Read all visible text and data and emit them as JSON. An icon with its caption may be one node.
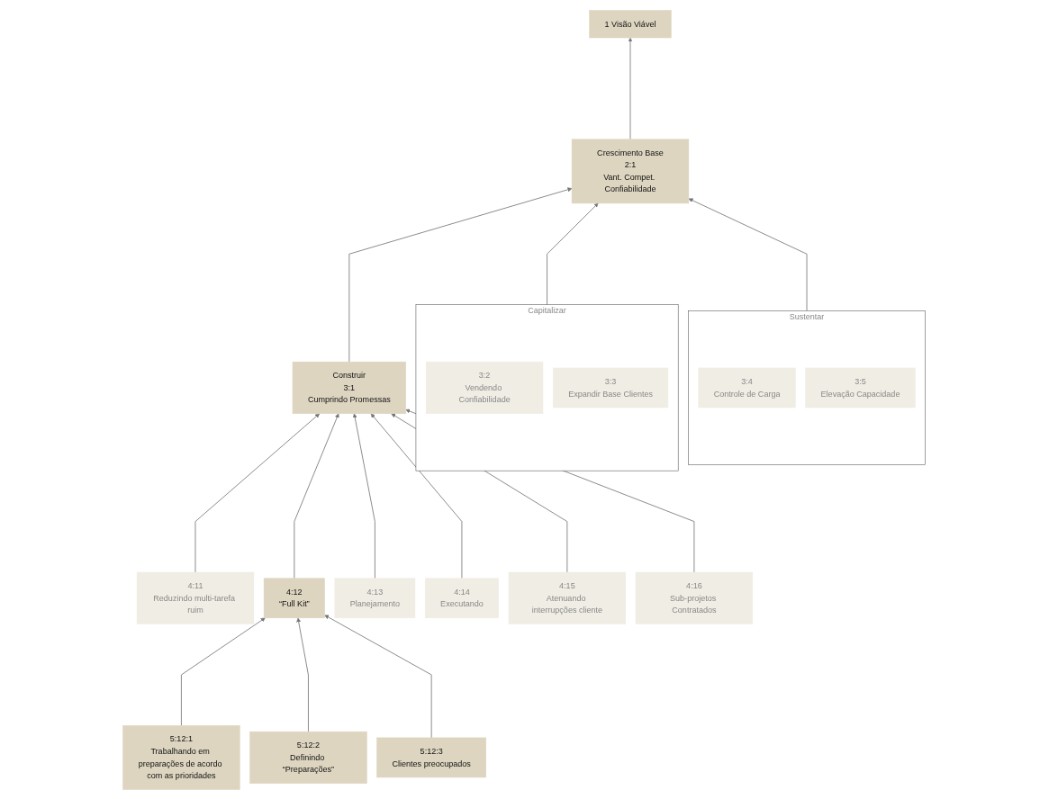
{
  "diagram": {
    "nodes": [
      {
        "text": [
          "1 Visão Viável"
        ]
      },
      {
        "text": [
          "Crescimento Base",
          "2:1",
          "Vant. Compet. Confiabilidade"
        ]
      },
      {
        "text": [
          "Construir",
          "3:1",
          "Cumprindo Promessas"
        ]
      },
      {
        "text": [
          "Capitalizar"
        ]
      },
      {
        "text": [
          "3:2",
          "Vendendo Confiabilidade"
        ],
        "in": 3
      },
      {
        "text": [
          "3:3",
          "Expandir Base Clientes"
        ],
        "in": 3
      },
      {
        "text": [
          "Sustentar"
        ]
      },
      {
        "text": [
          "3:4",
          "Controle de Carga"
        ],
        "in": 6
      },
      {
        "text": [
          "3:5",
          "Elevação Capacidade"
        ],
        "in": 6
      },
      {
        "text": [
          "4:11",
          "Reduzindo multi-tarefa ruim"
        ]
      },
      {
        "text": [
          "4:12",
          "“Full Kit”"
        ]
      },
      {
        "text": [
          "4:13",
          "Planejamento"
        ]
      },
      {
        "text": [
          "4:14",
          "Executando"
        ]
      },
      {
        "text": [
          "4:15",
          "Atenuando interrupções cliente"
        ]
      },
      {
        "text": [
          "4:16",
          "Sub-projetos Contratados"
        ]
      },
      {
        "text": [
          "5:12:1",
          "Trabalhando em preparações de acordo com as prioridades"
        ]
      },
      {
        "text": [
          "5:12:2",
          "Definindo “Preparações”"
        ]
      },
      {
        "text": [
          "5:12:3",
          "Clientes preocupados"
        ]
      }
    ],
    "edges": [
      {
        "from": 1,
        "to": 0,
        "arrow": "to"
      },
      {
        "from": 2,
        "to": 1,
        "arrow": "to"
      },
      {
        "from": 3,
        "to": 1,
        "arrow": "to"
      },
      {
        "from": 6,
        "to": 1,
        "arrow": "to"
      },
      {
        "from": 9,
        "to": 2,
        "arrow": "to"
      },
      {
        "from": 10,
        "to": 2,
        "arrow": "to"
      },
      {
        "from": 11,
        "to": 2,
        "arrow": "to"
      },
      {
        "from": 12,
        "to": 2,
        "arrow": "to"
      },
      {
        "from": 13,
        "to": 2,
        "arrow": "to"
      },
      {
        "from": 14,
        "to": 2,
        "arrow": "to"
      },
      {
        "from": 15,
        "to": 10,
        "arrow": "to"
      },
      {
        "from": 16,
        "to": 10,
        "arrow": "to"
      },
      {
        "from": 17,
        "to": 10,
        "arrow": "to"
      }
    ]
  }
}
